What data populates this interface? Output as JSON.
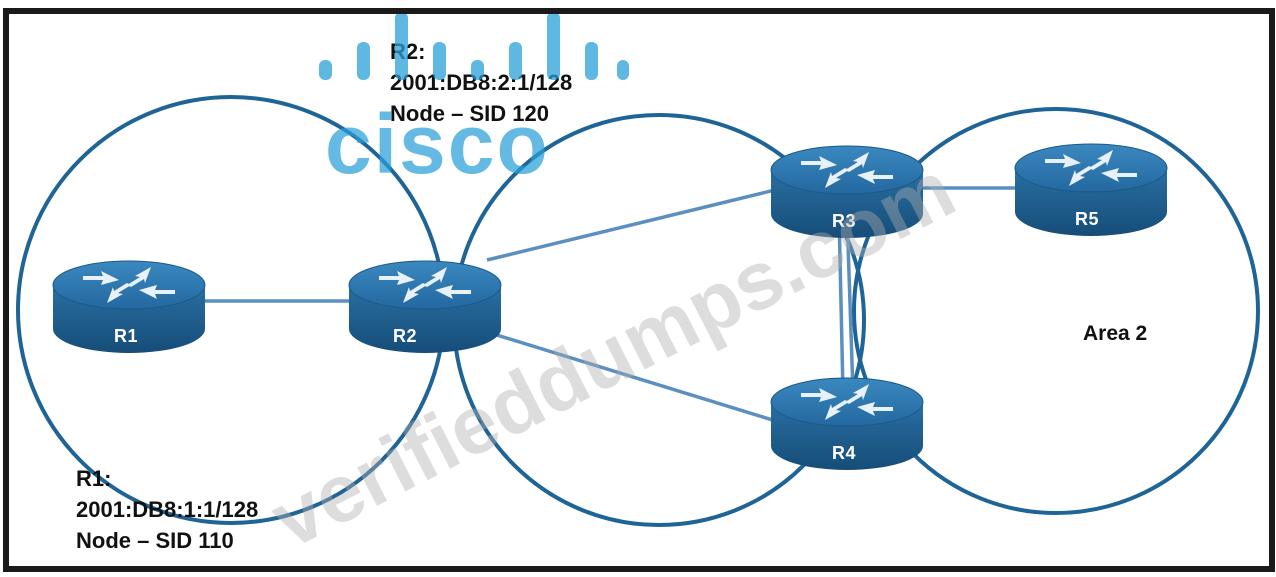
{
  "routers": [
    {
      "id": "r1",
      "label": "R1"
    },
    {
      "id": "r2",
      "label": "R2"
    },
    {
      "id": "r3",
      "label": "R3"
    },
    {
      "id": "r4",
      "label": "R4"
    },
    {
      "id": "r5",
      "label": "R5"
    }
  ],
  "links": [
    [
      "R1",
      "R2"
    ],
    [
      "R2",
      "R3"
    ],
    [
      "R2",
      "R4"
    ],
    [
      "R3",
      "R4"
    ],
    [
      "R3",
      "R5"
    ]
  ],
  "info": {
    "r2": {
      "name": "R2:",
      "address": "2001:DB8:2:1/128",
      "sid": "Node – SID 120"
    },
    "r1": {
      "name": "R1:",
      "address": "2001:DB8:1:1/128",
      "sid": "Node – SID 110"
    }
  },
  "area_label": "Area 2",
  "watermarks": {
    "logo": "cisco",
    "site": "verifieddumps.com"
  },
  "colors": {
    "circle_stroke": "#1f6496",
    "link_stroke": "#5a8fbf",
    "router_body": "#1d5f91",
    "router_top": "#2e78ad",
    "router_arrow": "#ffffff",
    "frame": "#1a1a1a",
    "logo": "#28a0d7"
  }
}
